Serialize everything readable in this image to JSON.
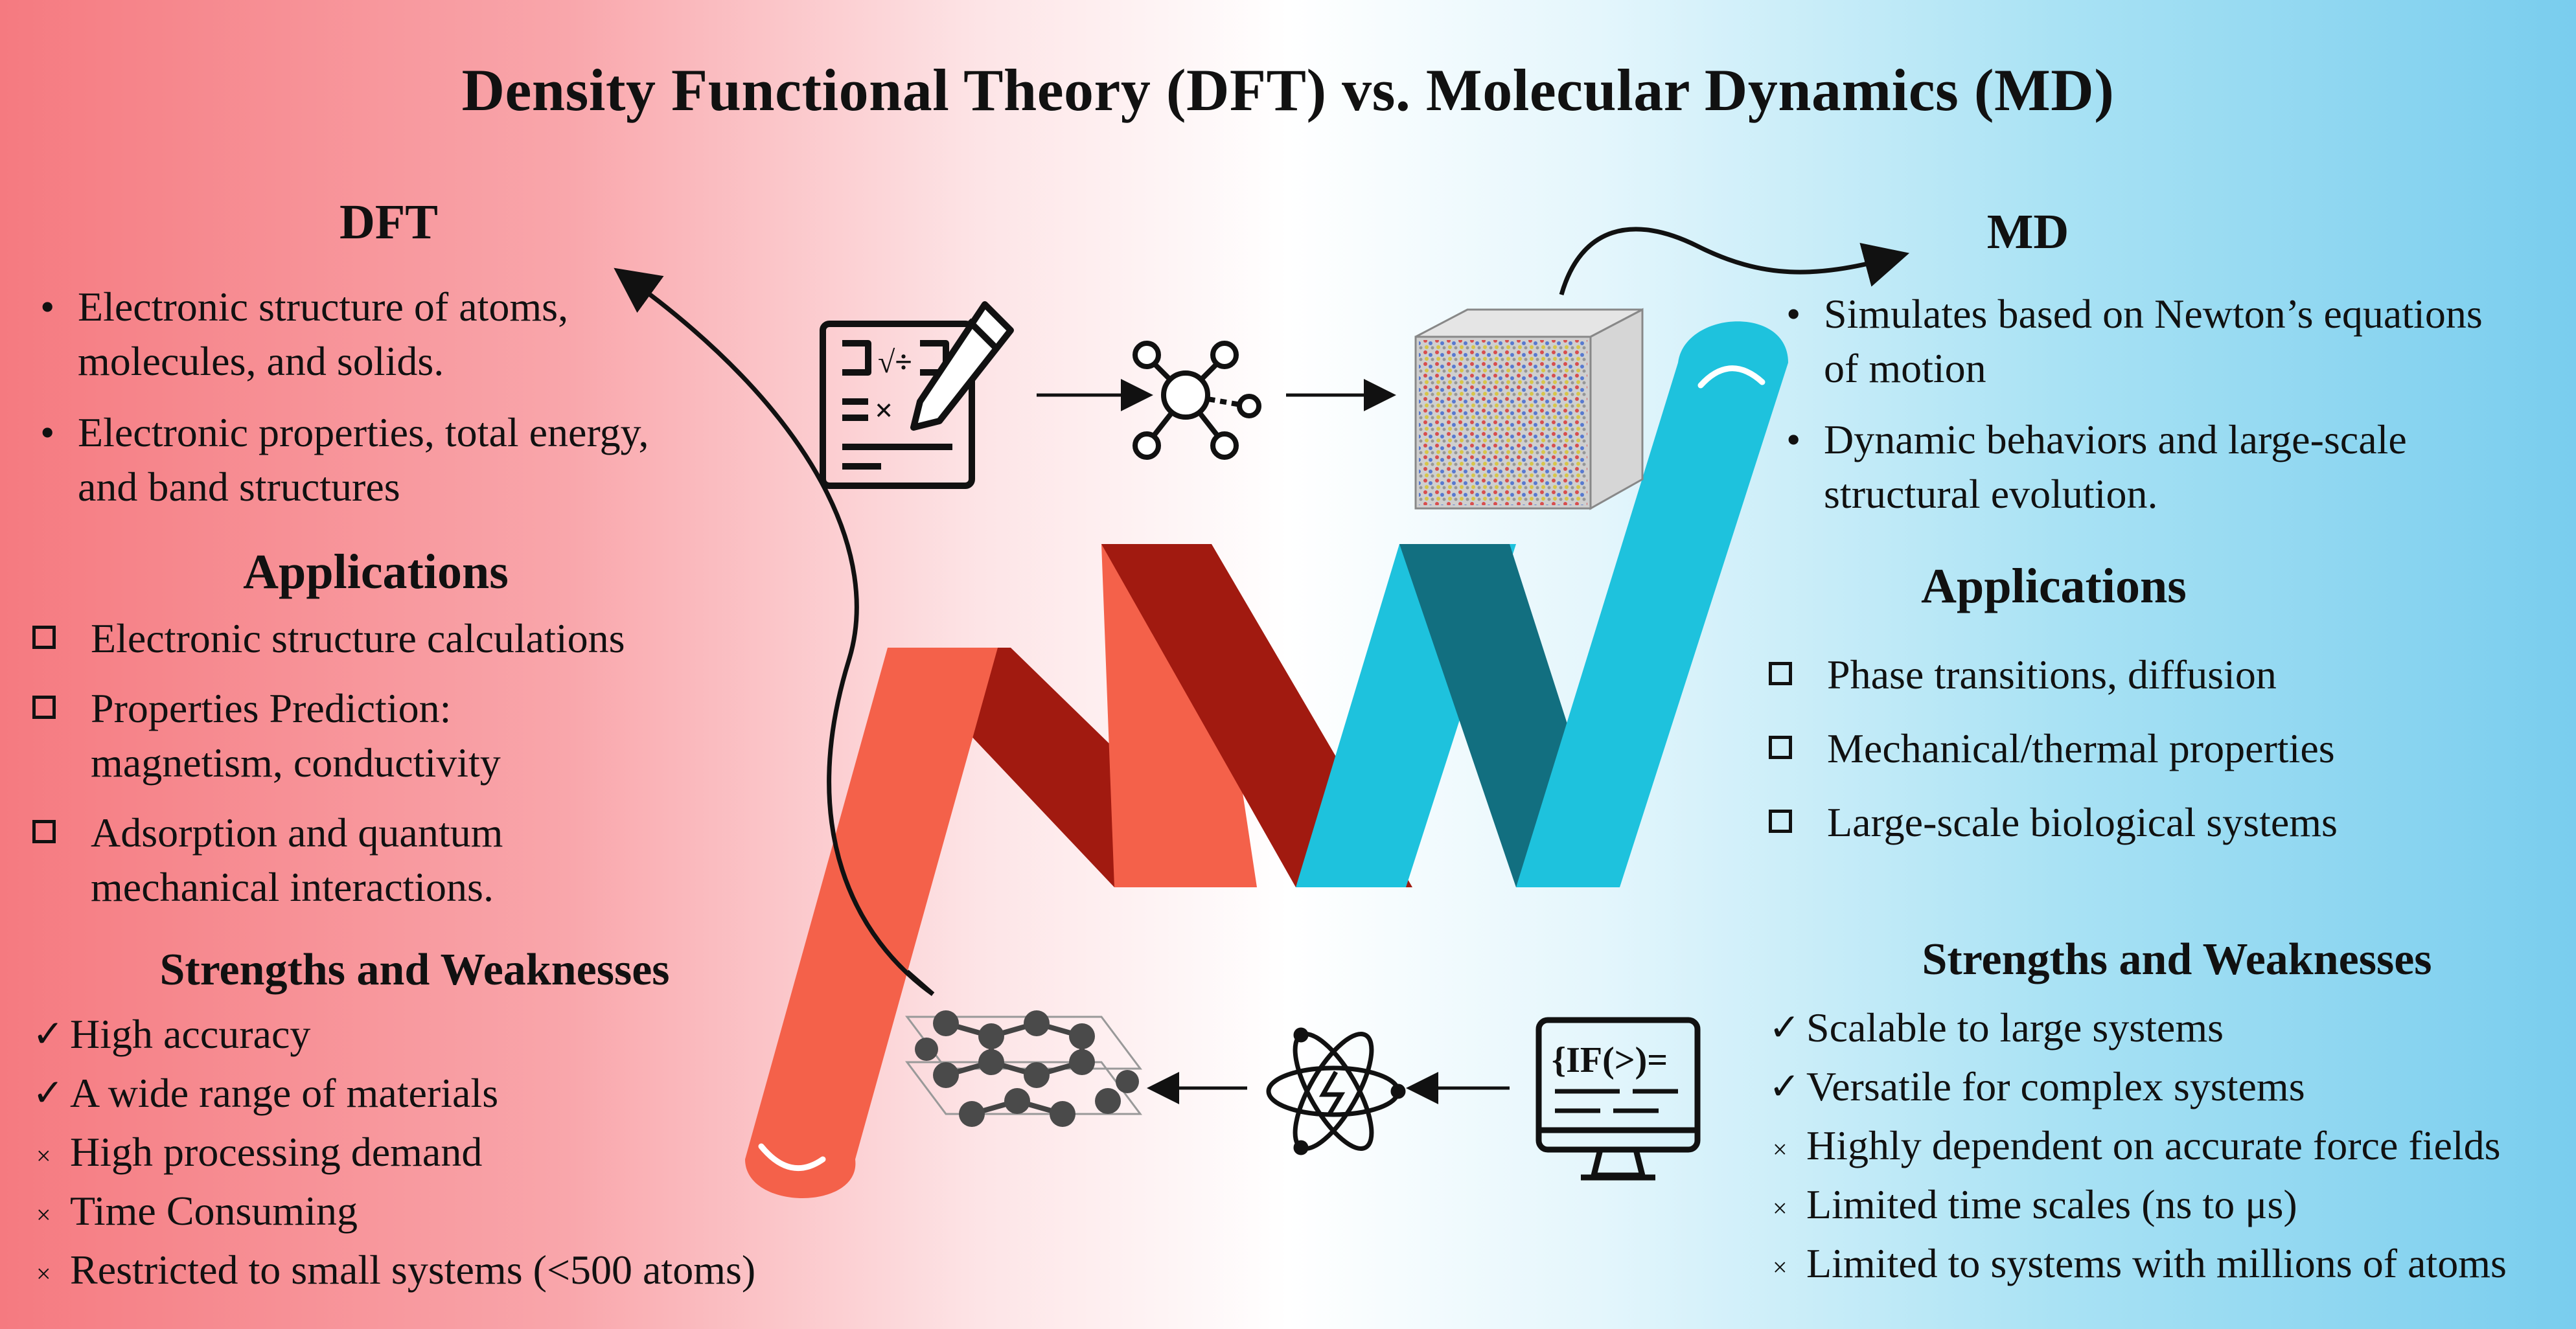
{
  "title": "Density Functional Theory (DFT) vs. Molecular Dynamics (MD)",
  "left": {
    "heading": "DFT",
    "bullets": [
      "Electronic structure of atoms, molecules, and solids.",
      "Electronic properties, total energy, and band structures"
    ],
    "applications_heading": "Applications",
    "applications": [
      "Electronic structure calculations",
      "Properties Prediction: magnetism, conductivity",
      "Adsorption and quantum mechanical interactions."
    ],
    "sw_heading": "Strengths and Weaknesses",
    "strengths": [
      "High accuracy",
      "A wide range of materials"
    ],
    "weaknesses": [
      "High processing demand",
      "Time Consuming",
      "Restricted to small systems (<500 atoms)"
    ]
  },
  "right": {
    "heading": "MD",
    "bullets": [
      "Simulates based on Newton’s equations of motion",
      "Dynamic behaviors and large-scale structural evolution."
    ],
    "applications_heading": "Applications",
    "applications": [
      "Phase transitions, diffusion",
      "Mechanical/thermal properties",
      "Large-scale biological systems"
    ],
    "sw_heading": "Strengths and Weaknesses",
    "strengths": [
      "Scalable to large systems",
      "Versatile for complex systems"
    ],
    "weaknesses": [
      "Highly dependent on accurate force fields",
      "Limited time scales (ns to μs)",
      "Limited to systems with millions of atoms"
    ]
  },
  "marks": {
    "bullet": "•",
    "check": "✓",
    "cross": "×"
  },
  "icons": {
    "top_row": [
      "formula-document-icon",
      "molecule-icon",
      "atom-box-simulation-icon"
    ],
    "bottom_row": [
      "code-monitor-icon",
      "atom-orbit-icon",
      "crystal-lattice-icon"
    ]
  },
  "colors": {
    "dft_red": "#f4614a",
    "dft_dark_red": "#a11a10",
    "md_cyan": "#1ec2dd",
    "md_dark_teal": "#126f80",
    "bg_left": "#f57a80",
    "bg_right": "#79cdee"
  }
}
